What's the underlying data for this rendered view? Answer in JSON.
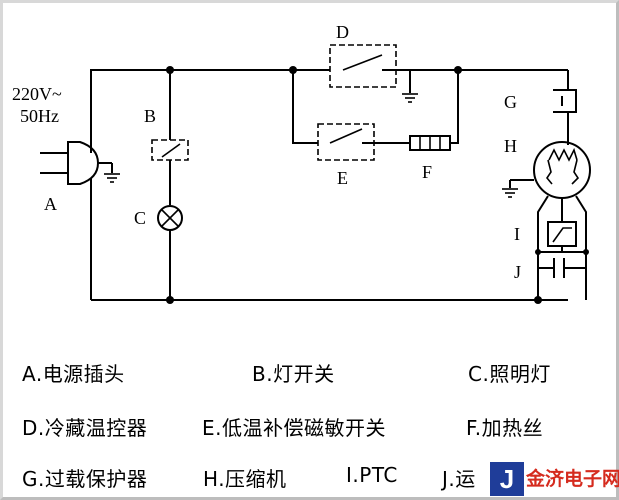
{
  "diagram": {
    "source_labels": {
      "voltage": "220V~",
      "frequency": "50Hz"
    },
    "component_letters": {
      "A": "A",
      "B": "B",
      "C": "C",
      "D": "D",
      "E": "E",
      "F": "F",
      "G": "G",
      "H": "H",
      "I": "I",
      "J": "J"
    }
  },
  "legend": {
    "row1": [
      "A.电源插头",
      "B.灯开关",
      "C.照明灯"
    ],
    "row2": [
      "D.冷藏温控器",
      "E.低温补偿磁敏开关",
      "F.加热丝"
    ],
    "row3": [
      "G.过载保护器",
      "H.压缩机",
      "I.PTC",
      "J.运"
    ]
  },
  "watermark": {
    "logo_letter": "J",
    "text": "金济电子网"
  }
}
